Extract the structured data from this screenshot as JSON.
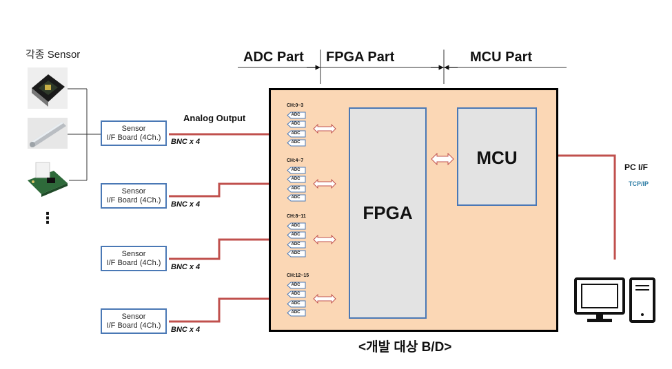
{
  "sensor_title": "각종 Sensor",
  "parts": {
    "adc": "ADC Part",
    "fpga": "FPGA Part",
    "mcu": "MCU Part"
  },
  "analog_output": "Analog Output",
  "if_boards": [
    {
      "line1": "Sensor",
      "line2": "I/F Board (4Ch.)",
      "bnc": "BNC x 4"
    },
    {
      "line1": "Sensor",
      "line2": "I/F Board (4Ch.)",
      "bnc": "BNC x 4"
    },
    {
      "line1": "Sensor",
      "line2": "I/F Board (4Ch.)",
      "bnc": "BNC x 4"
    },
    {
      "line1": "Sensor",
      "line2": "I/F Board (4Ch.)",
      "bnc": "BNC x 4"
    }
  ],
  "channel_groups": [
    {
      "label": "CH:0~3",
      "adcs": [
        "ADC",
        "ADC",
        "ADC",
        "ADC"
      ]
    },
    {
      "label": "CH:4~7",
      "adcs": [
        "ADC",
        "ADC",
        "ADC",
        "ADC"
      ]
    },
    {
      "label": "CH:8~11",
      "adcs": [
        "ADC",
        "ADC",
        "ADC",
        "ADC"
      ]
    },
    {
      "label": "CH:12~15",
      "adcs": [
        "ADC",
        "ADC",
        "ADC",
        "ADC"
      ]
    }
  ],
  "fpga_label": "FPGA",
  "mcu_label": "MCU",
  "pc_if": "PC I/F",
  "tcp_ip": "TCP/IP",
  "caption": "<개발 대상 B/D>",
  "more_dots": "⋮",
  "colors": {
    "board_fill": "#fbd7b5",
    "block_border": "#4a78b5",
    "signal_line": "#c0504d",
    "block_fill": "#e3e3e3",
    "tcp_text": "#2f7ea6"
  },
  "icons": [
    "chip-sensor-photo",
    "probe-sensor-photo",
    "module-sensor-photo",
    "desktop-pc-icon"
  ]
}
